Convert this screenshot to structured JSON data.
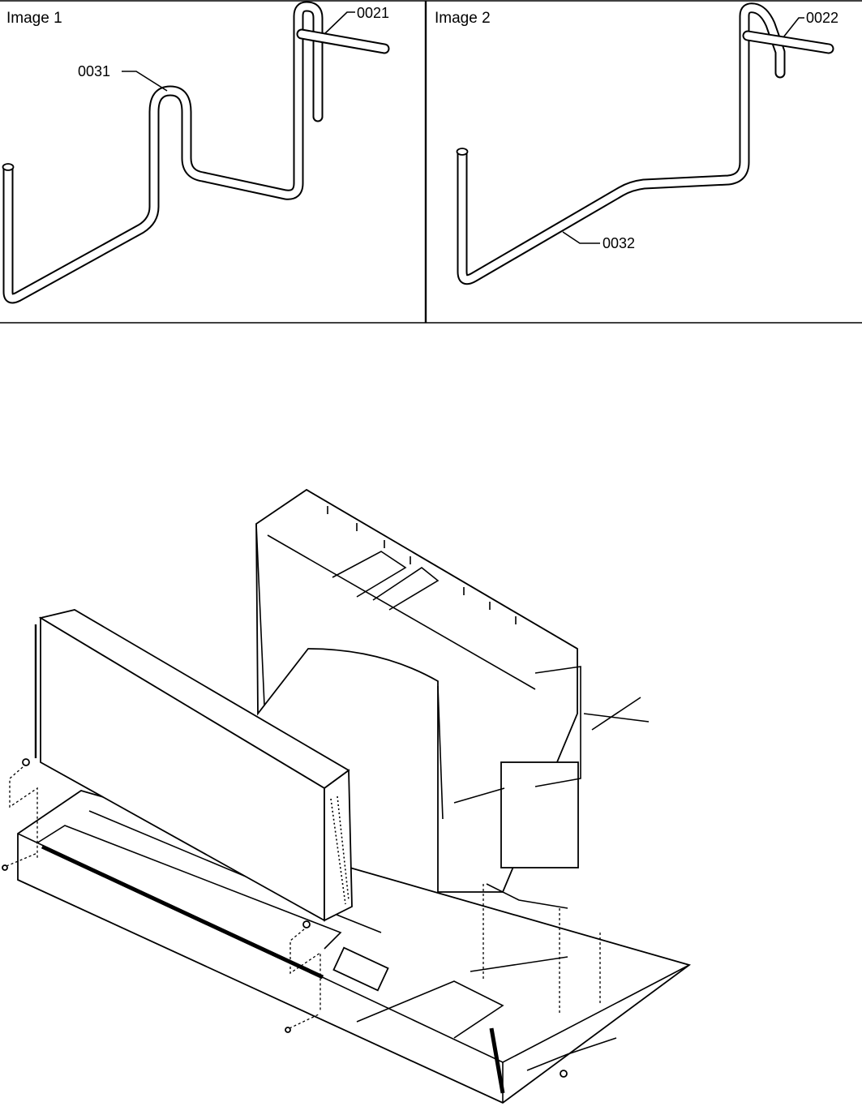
{
  "panels": [
    {
      "title": "Image 1",
      "callouts": [
        "0031",
        "0021"
      ]
    },
    {
      "title": "Image 2",
      "callouts": [
        "0022",
        "0032"
      ]
    }
  ]
}
